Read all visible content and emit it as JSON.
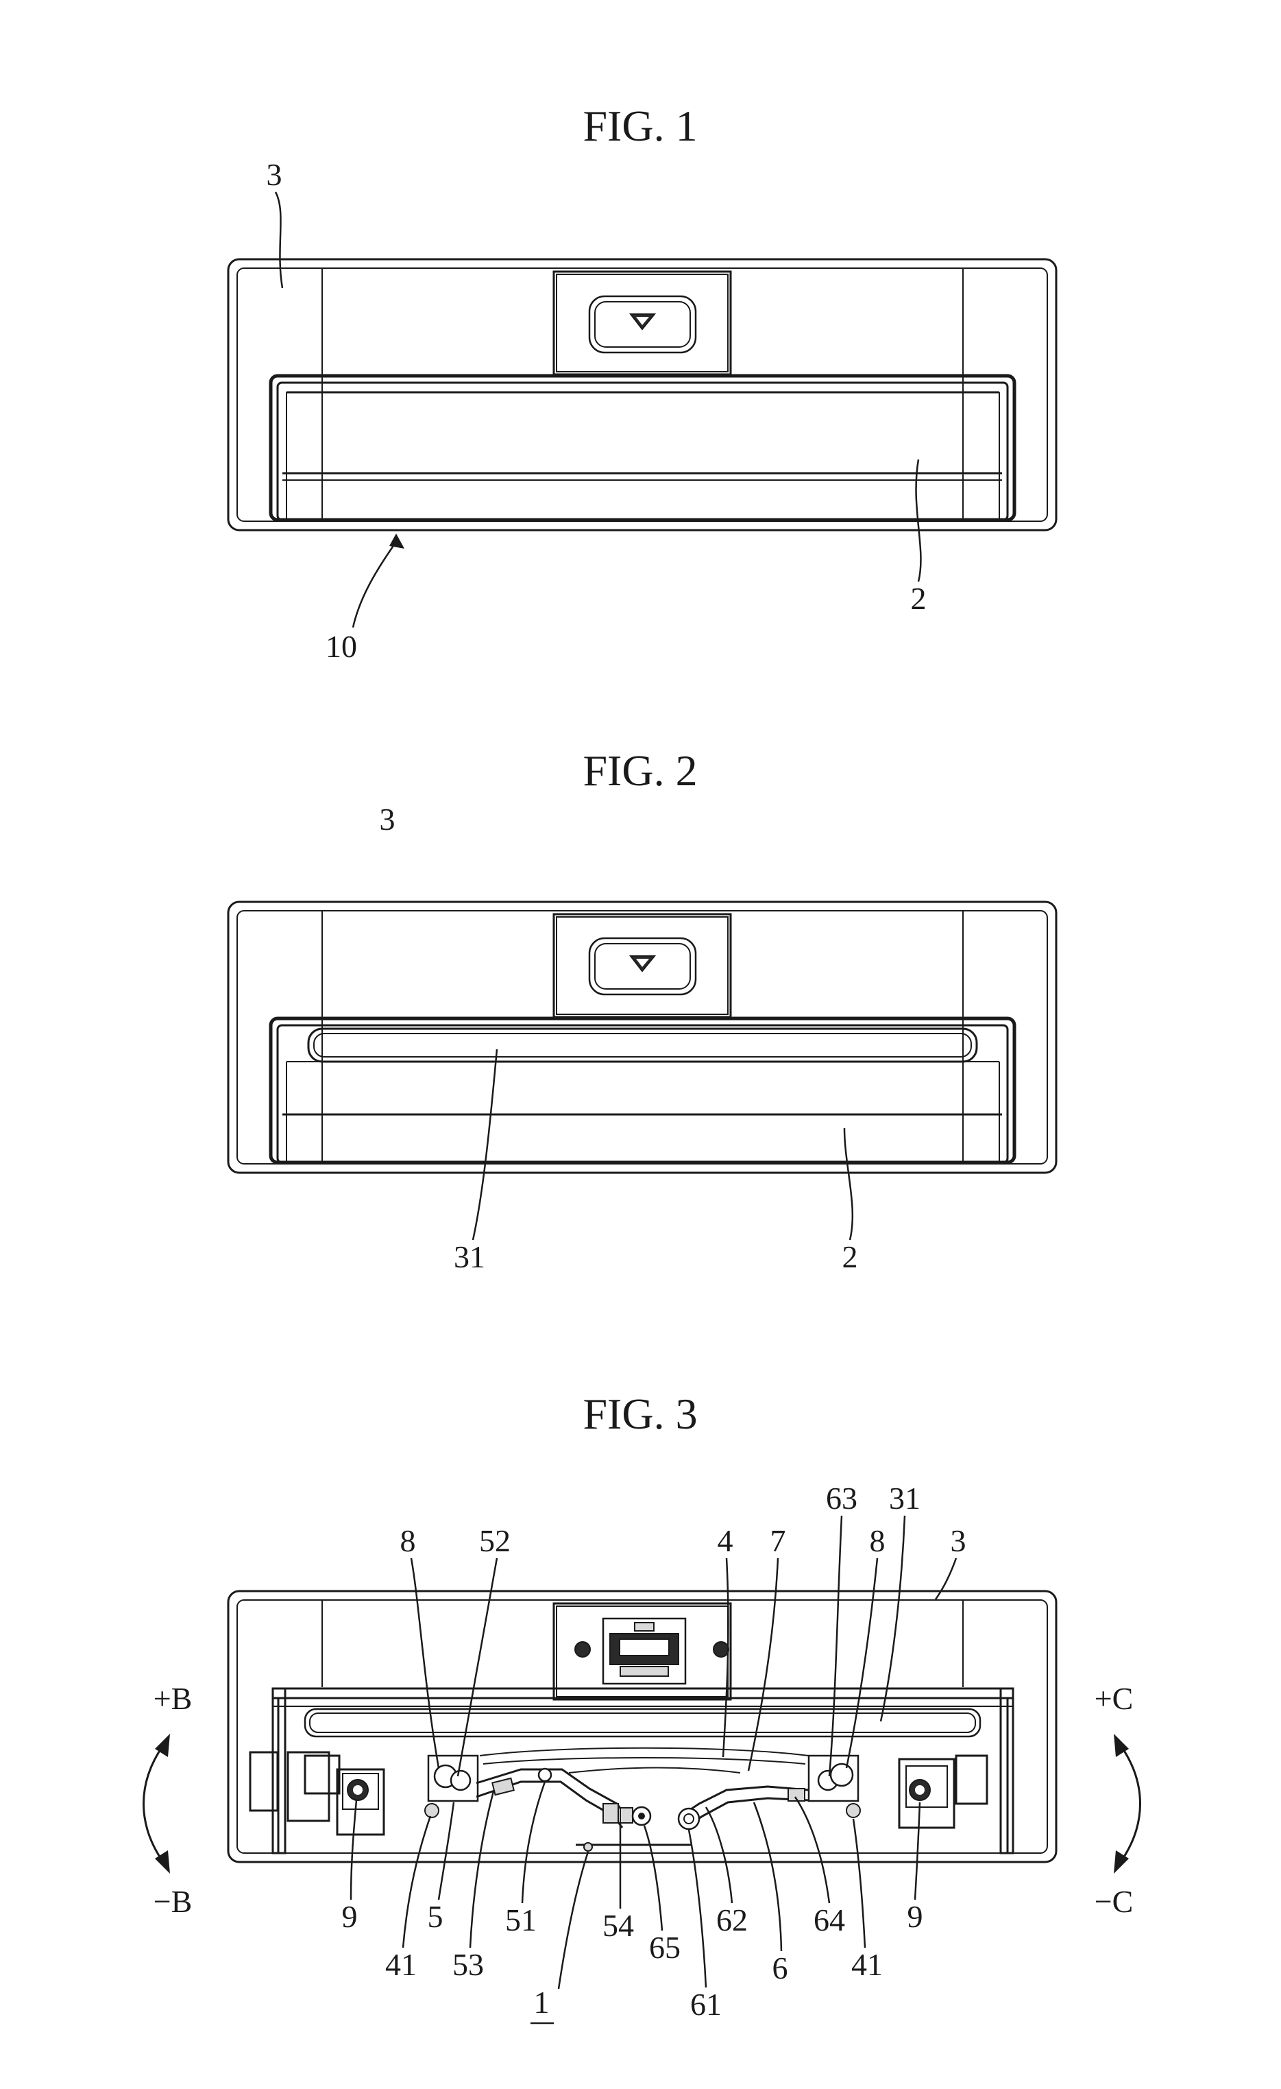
{
  "figures": [
    {
      "title": "FIG. 1",
      "labels": {
        "housing": "3",
        "tray": "2",
        "assembly": "10"
      }
    },
    {
      "title": "FIG. 2",
      "labels": {
        "housing": "3",
        "lid": "31",
        "tray": "2"
      }
    },
    {
      "title": "FIG. 3",
      "labels": {
        "l8_left": "8",
        "l52": "52",
        "l4": "4",
        "l7": "7",
        "l63": "63",
        "l31": "31",
        "l8_right": "8",
        "l3": "3",
        "plus_b": "+B",
        "minus_b": "−B",
        "plus_c": "+C",
        "minus_c": "−C",
        "l9_left": "9",
        "l41_left": "41",
        "l5": "5",
        "l53": "53",
        "l51": "51",
        "l54": "54",
        "l65": "65",
        "l62": "62",
        "l61": "61",
        "l6": "6",
        "l64": "64",
        "l41_right": "41",
        "l9_right": "9",
        "l1": "1"
      }
    }
  ]
}
